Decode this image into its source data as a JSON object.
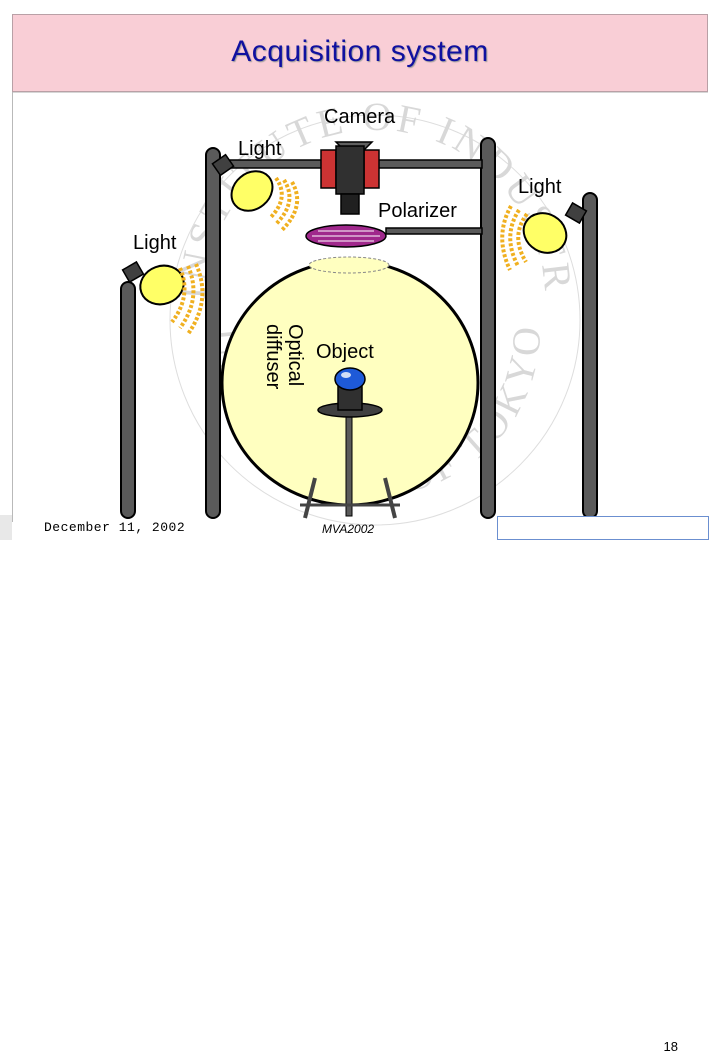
{
  "slide": {
    "title": "Acquisition system",
    "footer_date": "December 11, 2002",
    "footer_event": "MVA2002",
    "page_number": "18"
  },
  "diagram": {
    "labels": {
      "camera": "Camera",
      "light_top": "Light",
      "light_right": "Light",
      "light_left": "Light",
      "polarizer": "Polarizer",
      "object": "Object",
      "diffuser_line1": "Optical",
      "diffuser_line2": "diffuser"
    },
    "watermark": {
      "text": "INSTITUTE OF INDUSTRIAL SCIENCE · UNIVERSITY OF TOKYO"
    },
    "colors": {
      "diffuser_fill": "#ffffc0",
      "lamp_fill": "#ffff66",
      "light_rays": "#f0b020",
      "polarizer": "#a0288c",
      "camera_body": "#303030",
      "camera_side": "#cc3333",
      "object_cap": "#1e5ad8",
      "pole": "#555555"
    }
  }
}
